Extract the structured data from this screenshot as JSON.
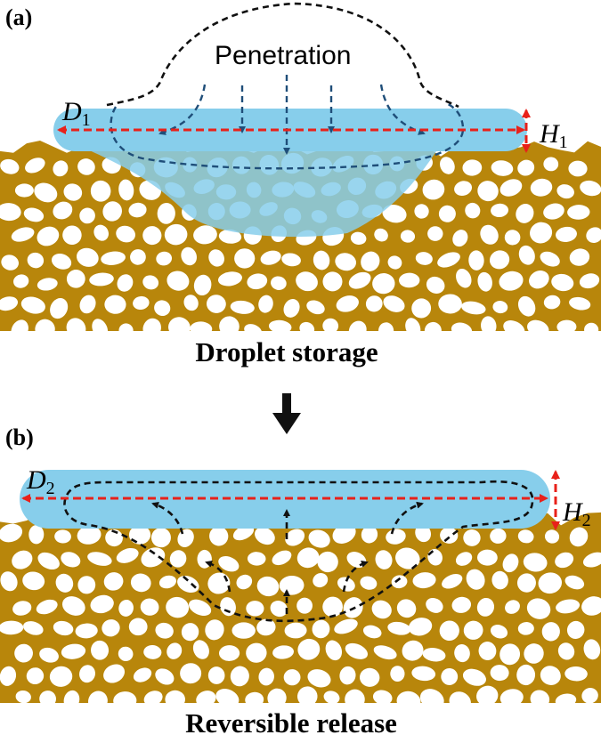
{
  "panel_a": {
    "label": "(a)",
    "caption": "Droplet  storage",
    "annotation": "Penetration",
    "diameter_var": "D",
    "diameter_sub": "1",
    "height_var": "H",
    "height_sub": "1"
  },
  "panel_b": {
    "label": "(b)",
    "caption": "Reversible release",
    "diameter_var": "D",
    "diameter_sub": "2",
    "height_var": "H",
    "height_sub": "2"
  },
  "colors": {
    "porous_solid": "#b8860b",
    "liquid": "#87ceeb",
    "dimension_arrow": "#e8211a",
    "flow_path_a": "#1f4e79",
    "outline": "#111111"
  }
}
